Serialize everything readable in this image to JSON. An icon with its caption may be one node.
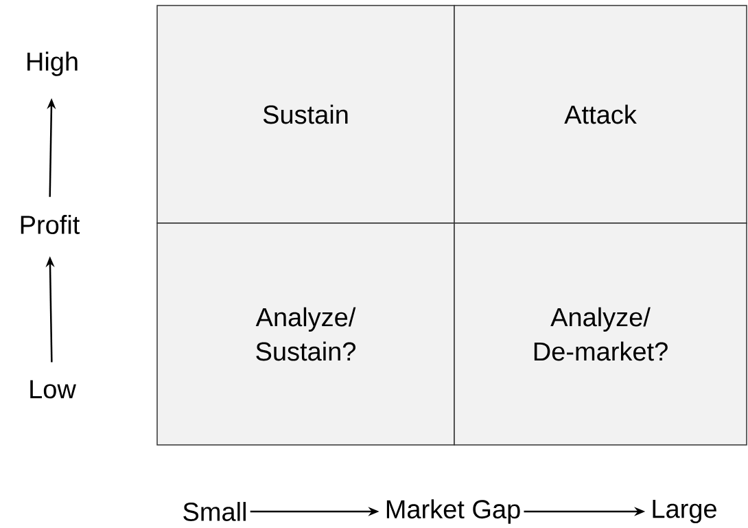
{
  "diagram": {
    "nodes": [
      {
        "text": [
          "Sustain"
        ]
      },
      {
        "text": [
          "Attack"
        ]
      },
      {
        "text": [
          "Analyze/ Sustain?"
        ]
      },
      {
        "text": [
          "Analyze/ De-market?"
        ]
      },
      {
        "text": [
          "High"
        ]
      },
      {
        "text": [
          "Profit"
        ]
      },
      {
        "text": [
          "Low"
        ]
      },
      {
        "text": [
          "Small"
        ]
      },
      {
        "text": [
          "Market Gap"
        ]
      },
      {
        "text": [
          "Large"
        ]
      }
    ],
    "edges": [
      {
        "from": 6,
        "to": 5,
        "arrow": "to"
      },
      {
        "from": 5,
        "to": 4,
        "arrow": "to"
      },
      {
        "from": 7,
        "to": 8,
        "arrow": "to"
      },
      {
        "from": 8,
        "to": 9,
        "arrow": "to"
      }
    ]
  }
}
